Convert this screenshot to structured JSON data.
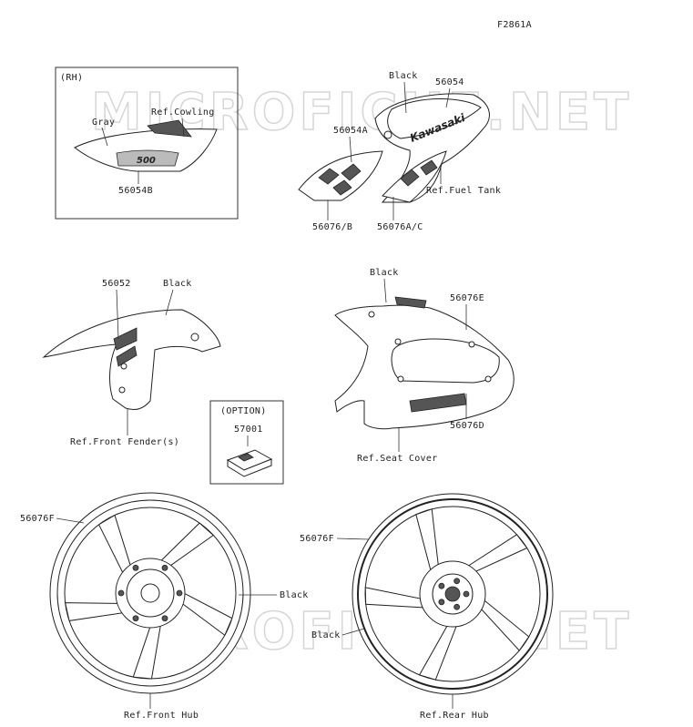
{
  "figure_id": "F2861A",
  "watermark": "MICROFICHE.NET",
  "rh_box": {
    "title": "(RH)",
    "labels": {
      "gray": "Gray",
      "ref_cowling": "Ref.Cowling",
      "part": "56054B"
    }
  },
  "tank": {
    "black": "Black",
    "p56054": "56054",
    "p56054a": "56054A",
    "ref_fuel_tank": "Ref.Fuel Tank",
    "p56076b": "56076/B",
    "p56076ac": "56076A/C",
    "logo_text": "Kawasaki"
  },
  "fender": {
    "p56052": "56052",
    "black": "Black",
    "ref": "Ref.Front Fender(s)"
  },
  "option_box": {
    "title": "(OPTION)",
    "part": "57001"
  },
  "seat": {
    "black": "Black",
    "p56076e": "56076E",
    "p56076d": "56076D",
    "ref": "Ref.Seat Cover"
  },
  "front_wheel": {
    "p56076f": "56076F",
    "black": "Black",
    "ref": "Ref.Front Hub"
  },
  "rear_wheel": {
    "p56076f": "56076F",
    "black": "Black",
    "ref": "Ref.Rear Hub"
  }
}
